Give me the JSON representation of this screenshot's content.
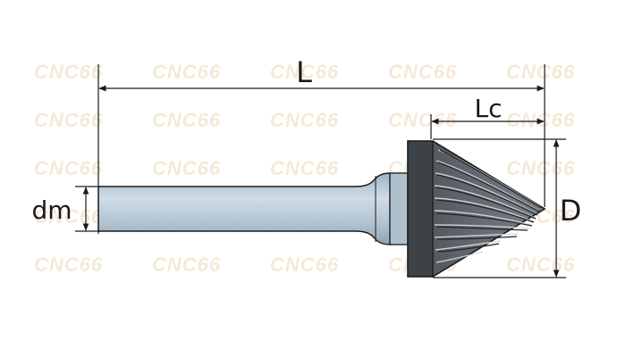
{
  "diagram": {
    "dimension_labels": {
      "overall_length": "L",
      "cutting_length": "Lc",
      "shank_diameter": "dm",
      "head_diameter": "D"
    },
    "watermark": "CNC66",
    "colors": {
      "shank_fill": "#b9c9d6",
      "head_fill": "#5f656b",
      "head_base": "#3d4247",
      "line": "#1a1a1a",
      "watermark": "#ead9b8"
    },
    "tool_type": "countersink cone burr (90° included angle)"
  }
}
